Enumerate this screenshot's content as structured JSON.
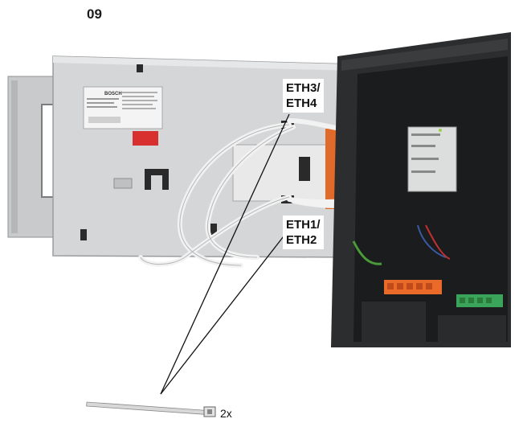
{
  "step_number": "09",
  "callouts": {
    "eth34": {
      "line1": "ETH3/",
      "line2": "ETH4"
    },
    "eth12": {
      "line1": "ETH1/",
      "line2": "ETH2"
    }
  },
  "device_label": {
    "brand": "BOSCH"
  },
  "cable_tie_quantity": "2x"
}
